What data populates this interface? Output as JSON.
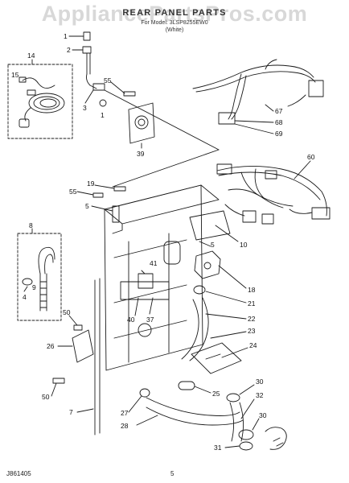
{
  "watermark": "AppliancePartsPros.com",
  "header": {
    "title": "REAR PANEL PARTS",
    "subtitle": "For Model: 3LSP8255EW0",
    "variant": "(White)"
  },
  "footer": {
    "code": "J861405",
    "page": "5"
  },
  "callouts": [
    {
      "id": "c1",
      "label": "1"
    },
    {
      "id": "c14",
      "label": "14"
    },
    {
      "id": "c15",
      "label": "15"
    },
    {
      "id": "c2",
      "label": "2"
    },
    {
      "id": "c3",
      "label": "3"
    },
    {
      "id": "c55a",
      "label": "55"
    },
    {
      "id": "c1b",
      "label": "1"
    },
    {
      "id": "c39",
      "label": "39"
    },
    {
      "id": "c67",
      "label": "67"
    },
    {
      "id": "c68",
      "label": "68"
    },
    {
      "id": "c69",
      "label": "69"
    },
    {
      "id": "c60",
      "label": "60"
    },
    {
      "id": "c19",
      "label": "19"
    },
    {
      "id": "c55b",
      "label": "55"
    },
    {
      "id": "c5a",
      "label": "5"
    },
    {
      "id": "c8",
      "label": "8"
    },
    {
      "id": "c10",
      "label": "10"
    },
    {
      "id": "c5b",
      "label": "5"
    },
    {
      "id": "c41",
      "label": "41"
    },
    {
      "id": "c9",
      "label": "9"
    },
    {
      "id": "c4",
      "label": "4"
    },
    {
      "id": "c18",
      "label": "18"
    },
    {
      "id": "c21",
      "label": "21"
    },
    {
      "id": "c40",
      "label": "40"
    },
    {
      "id": "c37",
      "label": "37"
    },
    {
      "id": "c22",
      "label": "22"
    },
    {
      "id": "c50a",
      "label": "50"
    },
    {
      "id": "c23",
      "label": "23"
    },
    {
      "id": "c26",
      "label": "26"
    },
    {
      "id": "c24",
      "label": "24"
    },
    {
      "id": "c30a",
      "label": "30"
    },
    {
      "id": "c25",
      "label": "25"
    },
    {
      "id": "c50b",
      "label": "50"
    },
    {
      "id": "c32",
      "label": "32"
    },
    {
      "id": "c7",
      "label": "7"
    },
    {
      "id": "c27",
      "label": "27"
    },
    {
      "id": "c30b",
      "label": "30"
    },
    {
      "id": "c28",
      "label": "28"
    },
    {
      "id": "c31",
      "label": "31"
    }
  ]
}
